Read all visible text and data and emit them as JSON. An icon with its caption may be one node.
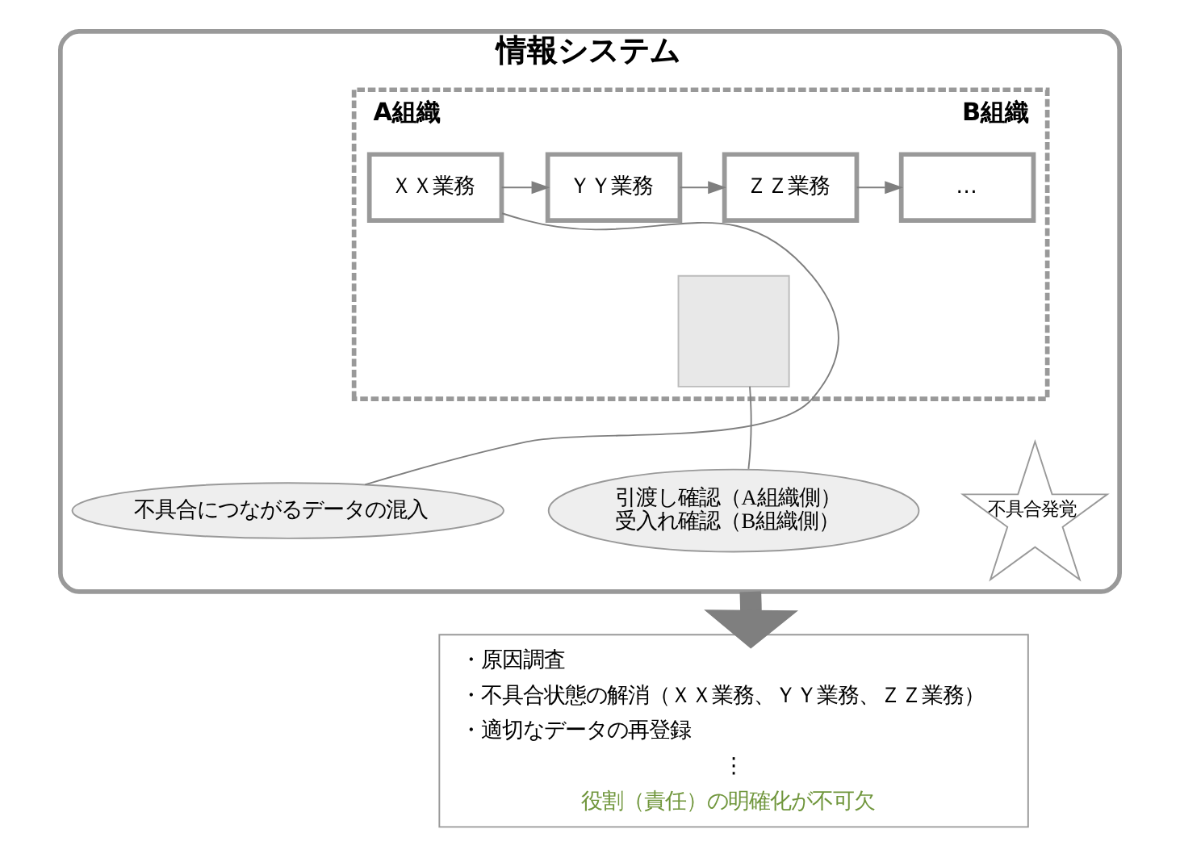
{
  "diagram": {
    "nodes": [
      {
        "text": [
          "情報システム"
        ]
      },
      {
        "text": [
          "A組織",
          "B組織"
        ],
        "in": 0
      },
      {
        "text": [],
        "shape": "box",
        "in": 1
      },
      {
        "text": [
          "ＸＸ業務"
        ],
        "in": 1
      },
      {
        "text": [
          "ＹＹ業務"
        ],
        "in": 1
      },
      {
        "text": [
          "ＺＺ業務"
        ],
        "in": 1
      },
      {
        "text": [
          "…"
        ],
        "in": 1
      },
      {
        "text": [
          "不具合につながるデータの混入"
        ],
        "in": 0
      },
      {
        "text": [
          "引渡し確認（A組織側）",
          "受入れ確認（B組織側）"
        ],
        "in": 0
      },
      {
        "text": [
          "不具合発覚"
        ],
        "in": 0
      },
      {
        "text": [
          "・原因調査",
          "・不具合状態の解消（ＸＸ業務、ＹＹ業務、ＺＺ業務）",
          "・適切なデータの再登録",
          "⋮",
          "役割（責任）の明確化が不可欠"
        ]
      }
    ],
    "edges": [
      {
        "from": 3,
        "to": 4,
        "arrow": "to"
      },
      {
        "from": 4,
        "to": 5,
        "arrow": "to"
      },
      {
        "from": 5,
        "to": 6,
        "arrow": "to"
      },
      {
        "from": 7,
        "to": 3,
        "arrow": "none"
      },
      {
        "from": 8,
        "to": 2,
        "arrow": "none"
      },
      {
        "from": 0,
        "to": 10,
        "arrow": "to",
        "style": "thick",
        "color": "#7f7f7f"
      }
    ]
  }
}
